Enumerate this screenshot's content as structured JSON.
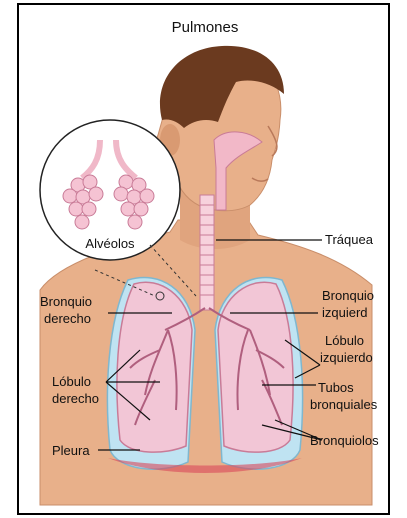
{
  "title": "Pulmones",
  "labels": {
    "alveolos": "Alvéolos",
    "traquea": "Tráquea",
    "bronquio_derecho_1": "Bronquio",
    "bronquio_derecho_2": "derecho",
    "bronquio_izquierdo_1": "Bronquio",
    "bronquio_izquierdo_2": "izquierd",
    "lobulo_izquierdo_1": "Lóbulo",
    "lobulo_izquierdo_2": "izquierdo",
    "lobulo_derecho_1": "Lóbulo",
    "lobulo_derecho_2": "derecho",
    "tubos_1": "Tubos",
    "tubos_2": "bronquiales",
    "pleura": "Pleura",
    "bronquiolos": "Bronquiolos"
  },
  "colors": {
    "skin": "#e8b08a",
    "skin_shadow": "#d4916a",
    "hair": "#6b3a1f",
    "lung": "#f2c6d6",
    "lung_edge": "#c97b97",
    "pleura": "#bfe3f2",
    "trachea": "#f7d2dd",
    "border": "#000000"
  },
  "icons": {
    "alveoli_inset": "alveoli-cluster-icon"
  }
}
